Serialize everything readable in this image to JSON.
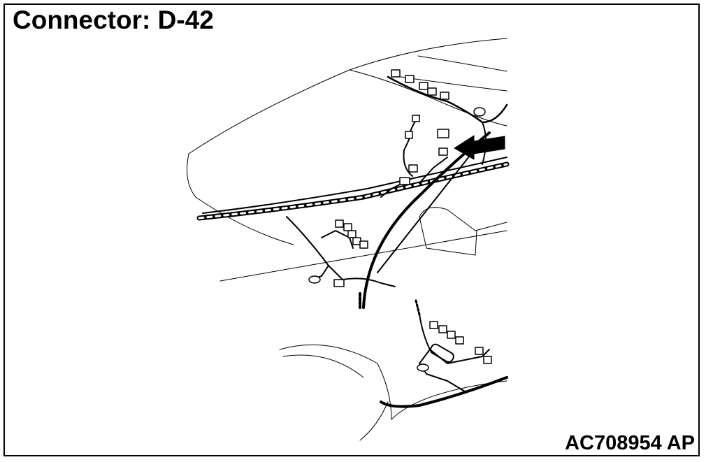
{
  "title": "Connector: D-42",
  "figure_code": "AC708954 AP",
  "icons": [
    "car-body-outline",
    "wiring-harness",
    "connector",
    "pointer-arrow"
  ]
}
